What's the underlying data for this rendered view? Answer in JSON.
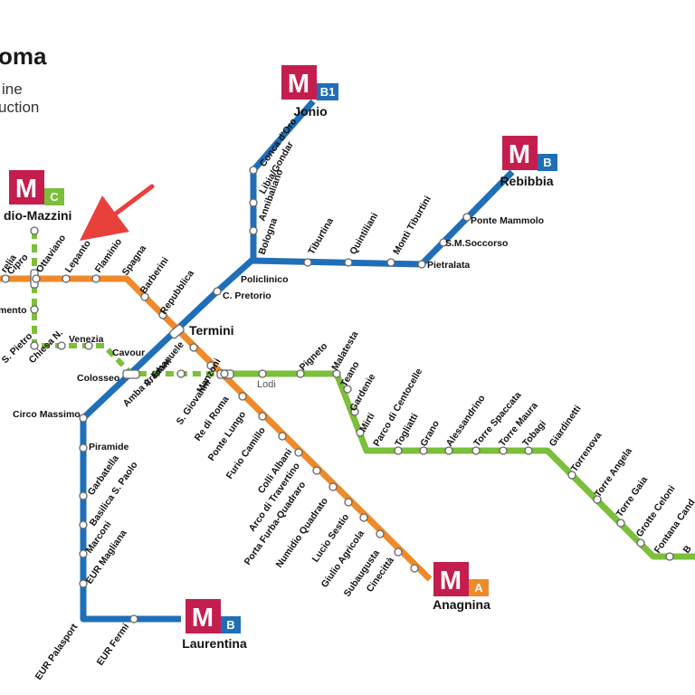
{
  "legend": {
    "title": "oma",
    "line1": "ine",
    "line2": "uction"
  },
  "colors": {
    "line_a": "#ee8a2a",
    "line_b": "#1f6fb8",
    "line_c": "#7bbf3a",
    "metro_logo": "#c41e4e",
    "pointer_arrow": "#e8413c"
  },
  "terminals": [
    {
      "id": "jonio",
      "name": "Jonio",
      "badge": "B1",
      "badge_color": "#1f6fb8"
    },
    {
      "id": "rebibbia",
      "name": "Rebibbia",
      "badge": "B",
      "badge_color": "#1f6fb8"
    },
    {
      "id": "mazzini",
      "name": "dio-Mazzini",
      "badge": "C",
      "badge_color": "#7bbf3a"
    },
    {
      "id": "anagnina",
      "name": "Anagnina",
      "badge": "A",
      "badge_color": "#ee8a2a"
    },
    {
      "id": "laurentina",
      "name": "Laurentina",
      "badge": "B",
      "badge_color": "#1f6fb8"
    }
  ],
  "metro_letter": "M",
  "lines": {
    "a_stations": [
      "relia",
      "Cipro",
      "Ottaviano",
      "Lepanto",
      "Flaminio",
      "Spagna",
      "Barberini",
      "Repubblica",
      "Termini",
      "V. Emanuele",
      "Manzoni",
      "S. Giovanni",
      "Re di Roma",
      "Ponte Lungo",
      "Furio Camillo",
      "Colli Albani",
      "Arco di Travertino",
      "Porta Furba-Quadraro",
      "Numidio Quadrato",
      "Lucio Sestio",
      "Giulio Agricola",
      "Subaugusta",
      "Cinecittà"
    ],
    "b_stations": [
      "EUR Palasport",
      "EUR Fermi",
      "EUR Magliana",
      "Marconi",
      "Basilica S. Paolo",
      "Garbatella",
      "Piramide",
      "Circo Massimo",
      "Colosseo",
      "Cavour",
      "C. Pretorio",
      "Policlinico",
      "Bologna",
      "Tiburtina",
      "Quintiliani",
      "Monti Tiburtini",
      "Pietralata",
      "S.M.Soccorso",
      "Ponte Mammolo"
    ],
    "b1_stations": [
      "Annibaliano",
      "Libia/Gondar",
      "Conca d'Oro"
    ],
    "c_stations": [
      "mento",
      "S. Pietro",
      "Chiesa N.",
      "Venezia",
      "Amba Aradam",
      "Lodi",
      "Pigneto",
      "Malatesta",
      "Teano",
      "Gardenie",
      "Mirti",
      "Parco di Centocelle",
      "Togliatti",
      "Grano",
      "Alessandrino",
      "Torre Spaccata",
      "Torre Maura",
      "Tobagi",
      "Giardinetti",
      "Torrenova",
      "Torre Angela",
      "Torre Gaia",
      "Grotte Celoni",
      "Fontana Cand",
      "B"
    ]
  }
}
